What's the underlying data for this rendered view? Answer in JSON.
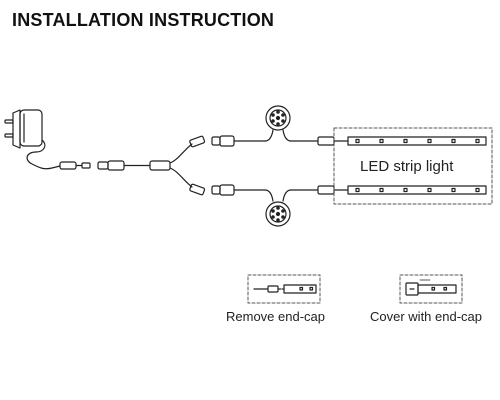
{
  "title": "INSTALLATION INSTRUCTION",
  "strip_label": "LED strip light",
  "captions": {
    "remove": "Remove end-cap",
    "cover": "Cover with end-cap"
  },
  "colors": {
    "line": "#222222",
    "dash": "#555555",
    "text": "#222222"
  }
}
